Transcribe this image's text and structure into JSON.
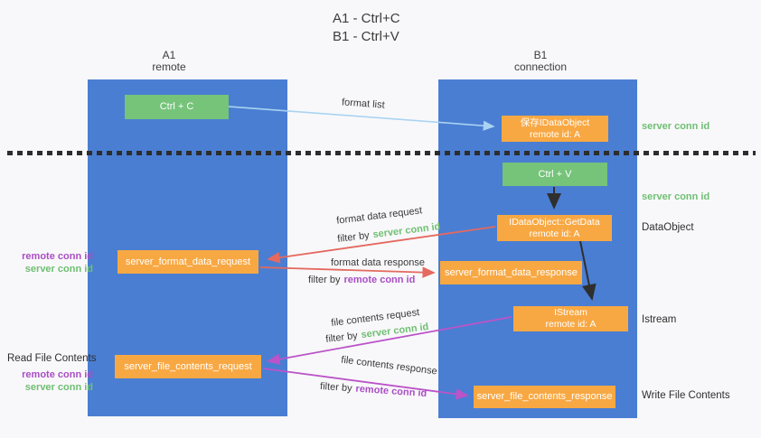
{
  "title": {
    "line1": "A1 - Ctrl+C",
    "line2": "B1 - Ctrl+V"
  },
  "columns": {
    "a": {
      "name": "A1",
      "subtitle": "remote"
    },
    "b": {
      "name": "B1",
      "subtitle": "connection"
    }
  },
  "nodes": {
    "ctrl_c": {
      "label": "Ctrl + C"
    },
    "ctrl_v": {
      "label": "Ctrl + V"
    },
    "save_idataobject": {
      "line1": "保存IDataObject",
      "line2": "remote id: A"
    },
    "getdata": {
      "line1": "IDataObject::GetData",
      "line2": "remote id: A"
    },
    "istream": {
      "line1": "IStream",
      "line2": "remote id: A"
    },
    "format_request": {
      "label": "server_format_data_request"
    },
    "format_response": {
      "label": "server_format_data_response"
    },
    "file_request": {
      "label": "server_file_contents_request"
    },
    "file_response": {
      "label": "server_file_contents_response"
    }
  },
  "edge_labels": {
    "format_list": "format list",
    "format_data_request": "format data request",
    "format_data_response": "format data response",
    "file_contents_request": "file contents request",
    "file_contents_response": "file contents response",
    "filter_by": "filter by",
    "server_conn_id": "server conn id",
    "remote_conn_id": "remote conn id"
  },
  "left_labels": {
    "remote_conn_id": "remote conn id",
    "server_conn_id": "server conn id",
    "read_file_contents": "Read File Contents"
  },
  "right_labels": {
    "server_conn_id_top": "server conn id",
    "server_conn_id_mid": "server conn id",
    "dataobject": "DataObject",
    "istream": "Istream",
    "write_file_contents": "Write File Contents"
  },
  "colors": {
    "background": "#f8f8fa",
    "column_blue": "#4a7ed2",
    "node_green": "#76c37a",
    "node_orange": "#f8a843",
    "arrow_blue": "#a9d3f2",
    "arrow_black": "#2f2f2f",
    "arrow_red": "#e4695f",
    "arrow_magenta": "#bb54c8",
    "text_green": "#6fbf72",
    "text_purple": "#a94ec4",
    "divider_black": "#2d2d2d"
  }
}
